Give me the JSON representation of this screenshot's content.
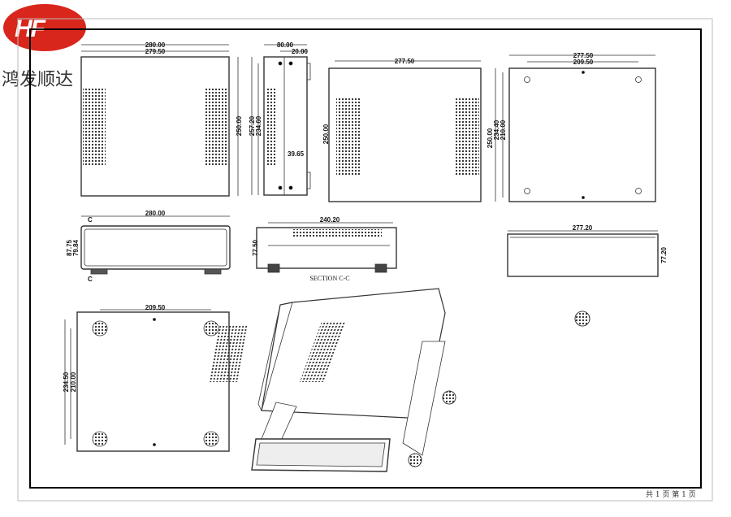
{
  "logo": {
    "letters": "HF",
    "brand_name": "鸿发顺达",
    "color": "#d9261c"
  },
  "footer": {
    "page_info": "共 1 页  第 1 页"
  },
  "views": {
    "front_top": {
      "width_outer": "280.00",
      "width_inner": "279.50",
      "depth": "250.00"
    },
    "side": {
      "width": "80.00",
      "offset": "20.00",
      "depth_outer": "257.20",
      "depth_inner": "234.60",
      "spacing": "39.65"
    },
    "top": {
      "width": "277.50",
      "depth": "250.00"
    },
    "back": {
      "width": "277.50",
      "hole_spacing": "209.50",
      "depth": "250.00",
      "depth_a": "234.40",
      "depth_b": "210.00"
    },
    "front": {
      "width": "280.00",
      "height_outer": "87.75",
      "height_inner": "79.84",
      "section_mark": "C"
    },
    "section": {
      "width": "240.20",
      "height": "77.50",
      "title": "SECTION C-C"
    },
    "panel": {
      "width": "277.20",
      "height": "77.20"
    },
    "bottom": {
      "hole_spacing": "209.50",
      "depth_a": "234.50",
      "depth_b": "210.00"
    }
  }
}
